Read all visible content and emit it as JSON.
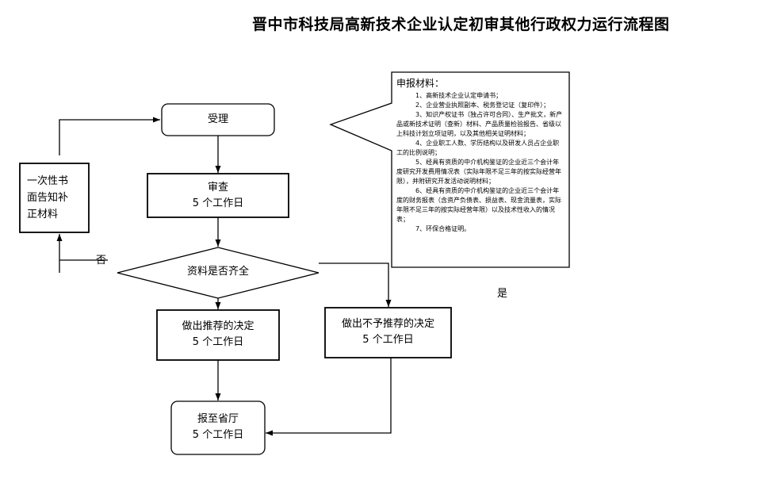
{
  "title": "晋中市科技局高新技术企业认定初审其他行政权力运行流程图",
  "nodes": {
    "accept": "受理",
    "review": {
      "line1": "审查",
      "line2": "5 个工作日"
    },
    "decision": "资料是否齐全",
    "recommend": {
      "line1": "做出推荐的决定",
      "line2": "5 个工作日"
    },
    "not_recommend": {
      "line1": "做出不予推荐的决定",
      "line2": "5 个工作日"
    },
    "report": {
      "line1": "报至省厅",
      "line2": "5 个工作日"
    },
    "notify": [
      "一次性书",
      "面告知补",
      "正材料"
    ]
  },
  "labels": {
    "no": "否",
    "yes": "是"
  },
  "materials": {
    "title": "申报材料：",
    "items": [
      "1、高新技术企业认定申请书；",
      "2、企业营业执照副本、税务登记证（复印件）；",
      "3、知识产权证书（独占许可合同）、生产批文，新产品或新技术证明（查新）材料、产品质量检验报告、省级以上科技计划立项证明，以及其他相关证明材料；",
      "4、企业职工人数、学历结构以及研发人员占企业职工的比例说明；",
      "5、经具有资质的中介机构鉴证的企业近三个会计年度研究开发费用情况表（实际年限不足三年的按实际经营年限），并附研究开发活动说明材料；",
      "6、经具有资质的中介机构鉴证的企业近三个会计年度的财务报表（含资产负债表、损益表、现金流量表，实际年限不足三年的按实际经营年限）以及技术性收入的情况表；",
      "7、环保合格证明。"
    ]
  }
}
